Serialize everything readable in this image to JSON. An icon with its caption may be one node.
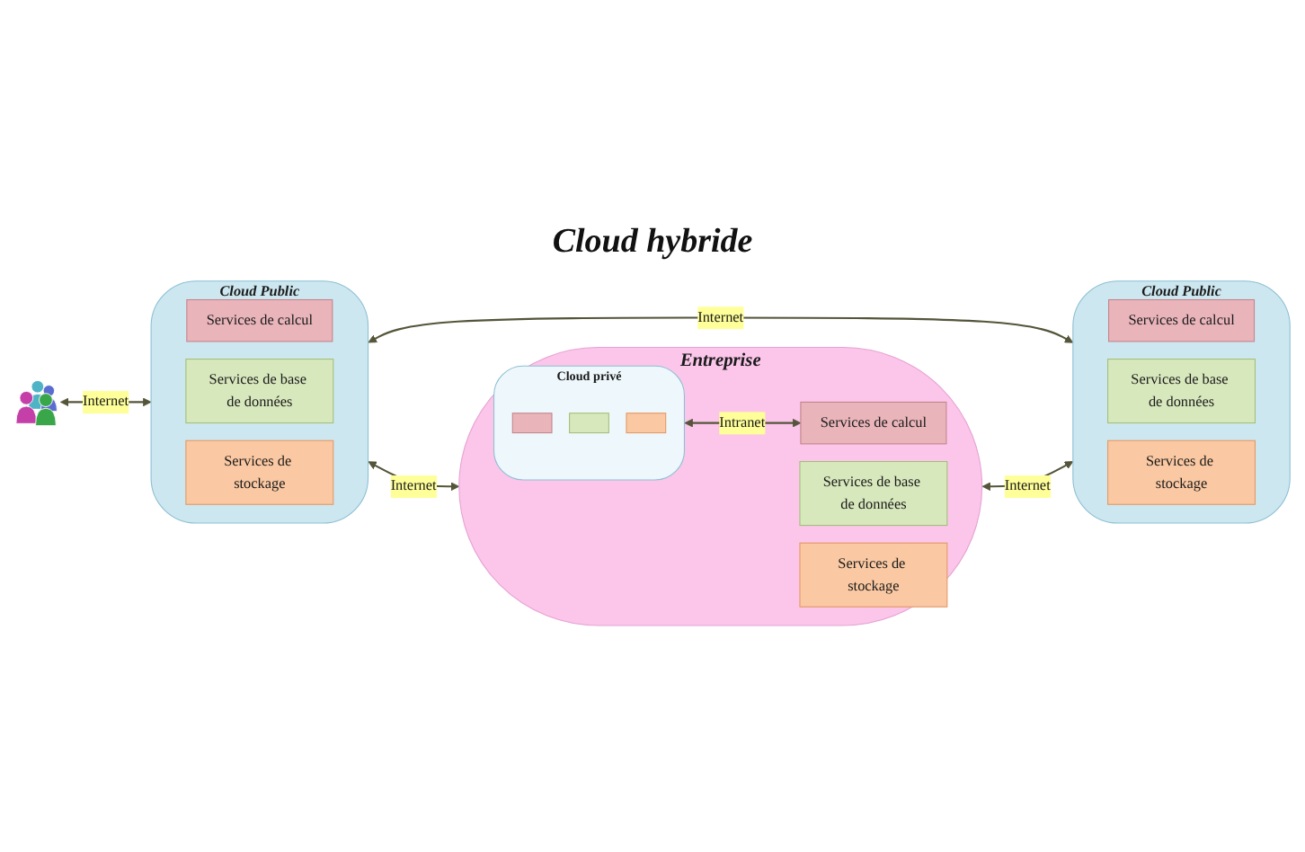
{
  "diagram": {
    "title": "Cloud hybride",
    "nodes": [
      {
        "text": [
          "Cloud Public"
        ]
      },
      {
        "text": [
          "Services de calcul"
        ],
        "in": 0
      },
      {
        "text": [
          "Services de base de données"
        ],
        "in": 0
      },
      {
        "text": [
          "Services de stockage"
        ],
        "in": 0
      },
      {
        "text": [
          "Cloud Public"
        ]
      },
      {
        "text": [
          "Services de calcul"
        ],
        "in": 4
      },
      {
        "text": [
          "Services de base de données"
        ],
        "in": 4
      },
      {
        "text": [
          "Services de stockage"
        ],
        "in": 4
      },
      {
        "text": [],
        "shape": "person"
      },
      {
        "text": [
          "Entreprise"
        ]
      },
      {
        "text": [
          "Cloud privé"
        ],
        "in": 9
      },
      {
        "text": [],
        "shape": "box",
        "in": 10
      },
      {
        "text": [],
        "shape": "box",
        "in": 10
      },
      {
        "text": [],
        "shape": "box",
        "in": 10
      },
      {
        "text": [
          "Services de calcul"
        ],
        "in": 9
      },
      {
        "text": [
          "Services de base de données"
        ],
        "in": 9
      },
      {
        "text": [
          "Services de stockage"
        ],
        "in": 9
      }
    ],
    "edges": [
      {
        "from": 0,
        "to": 4,
        "arrow": "both",
        "label": "Internet"
      },
      {
        "from": 8,
        "to": 0,
        "arrow": "both",
        "label": "Internet"
      },
      {
        "from": 0,
        "to": 9,
        "arrow": "both",
        "label": "Internet"
      },
      {
        "from": 9,
        "to": 4,
        "arrow": "both",
        "label": "Internet"
      },
      {
        "from": 10,
        "to": 14,
        "arrow": "both",
        "label": "Intranet"
      }
    ]
  }
}
